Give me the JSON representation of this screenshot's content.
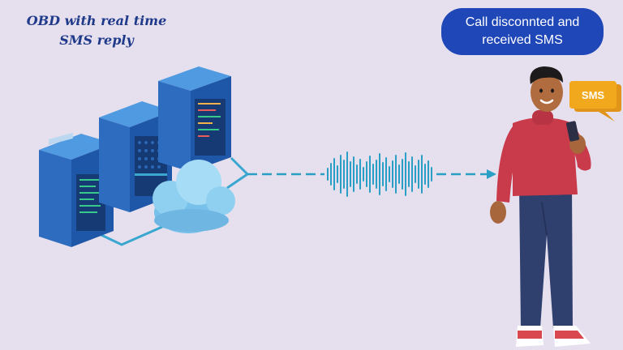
{
  "diagram": {
    "title": "OBD with real time SMS reply",
    "status_message": "Call disconnted and received SMS",
    "sms_badge": "SMS"
  },
  "colors": {
    "background": "#e6e0ee",
    "title": "#1f3a8a",
    "pill": "#1f47b8",
    "server": "#2d6fc4",
    "cloud": "#8fd0f0",
    "connector": "#2a9fc6",
    "shirt": "#c93a4a",
    "pants": "#2f3f6e",
    "sms_badge": "#f2a81d"
  },
  "icons": [
    "server-rack-icon",
    "cloud-icon",
    "sound-wave-icon",
    "sms-bubble-icon",
    "phone-icon"
  ]
}
